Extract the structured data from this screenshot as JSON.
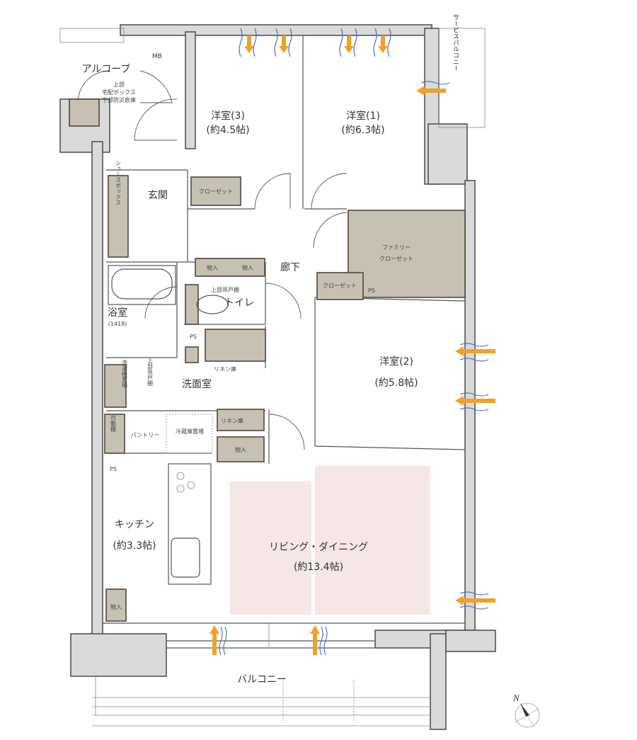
{
  "rooms": {
    "alcove": "アルコーブ",
    "mb": "MB",
    "delivery_box": [
      "上部",
      "宅配ボックス",
      "下部防災倉庫"
    ],
    "western3": {
      "name": "洋室(3)",
      "size": "(約4.5帖)"
    },
    "western1": {
      "name": "洋室(1)",
      "size": "(約6.3帖)"
    },
    "western2": {
      "name": "洋室(2)",
      "size": "(約5.8帖)"
    },
    "service_balcony": "サービスバルコニー",
    "entrance": "玄関",
    "shoes_box": "シューズボックス",
    "closet": "クローゼット",
    "family_closet": [
      "ファミリー",
      "クローゼット"
    ],
    "storage": "物入",
    "hallway": "廊下",
    "bath": {
      "name": "浴室",
      "size": "(1418)"
    },
    "toilet": "トイレ",
    "upper_cabinet": "上部吊戸棚",
    "ps": "PS",
    "linen": "リネン庫",
    "linen_label": "リネン庫",
    "washroom": "洗面室",
    "washer": "洗濯機置場",
    "upper_cabinet_v": "上部吊戸棚",
    "movable_shelf": "可動棚",
    "pantry": "パントリー",
    "fridge": "冷蔵庫置場",
    "kitchen": {
      "name": "キッチン",
      "size": "(約3.3帖)"
    },
    "living": {
      "name": "リビング・ダイニング",
      "size": "(約13.4帖)"
    },
    "balcony": "バルコニー"
  },
  "compass": {
    "label": "N"
  },
  "colors": {
    "wall": "#dadada",
    "closet": "#c9c0b4",
    "living_highlight": "#f6e6e6",
    "air_arrow": "#eea22a",
    "wind": "#4f76bd"
  }
}
